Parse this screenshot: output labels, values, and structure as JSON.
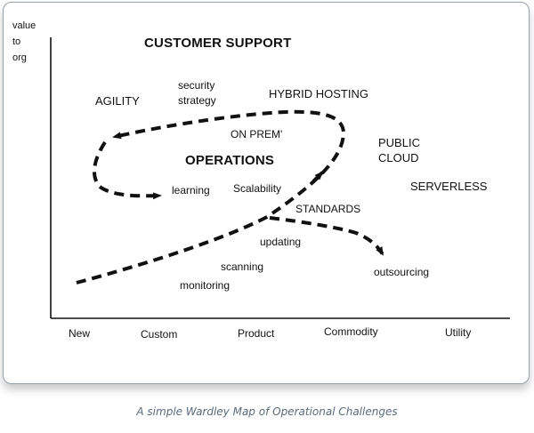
{
  "y_axis_label": [
    "value",
    "to",
    "org"
  ],
  "x_axis_ticks": [
    "New",
    "Custom",
    "Product",
    "Commodity",
    "Utility"
  ],
  "components": {
    "customer_support": "CUSTOMER SUPPORT",
    "agility": "AGILITY",
    "security_strategy": [
      "security",
      "strategy"
    ],
    "hybrid_hosting": "HYBRID HOSTING",
    "on_prem": "ON PREM'",
    "public_cloud": [
      "PUBLIC",
      "CLOUD"
    ],
    "operations": "OPERATIONS",
    "learning": "learning",
    "scalability": "Scalability",
    "serverless": "SERVERLESS",
    "standards": "STANDARDS",
    "updating": "updating",
    "scanning": "scanning",
    "monitoring": "monitoring",
    "outsourcing": "outsourcing"
  },
  "caption": "A simple Wardley Map of Operational Challenges"
}
